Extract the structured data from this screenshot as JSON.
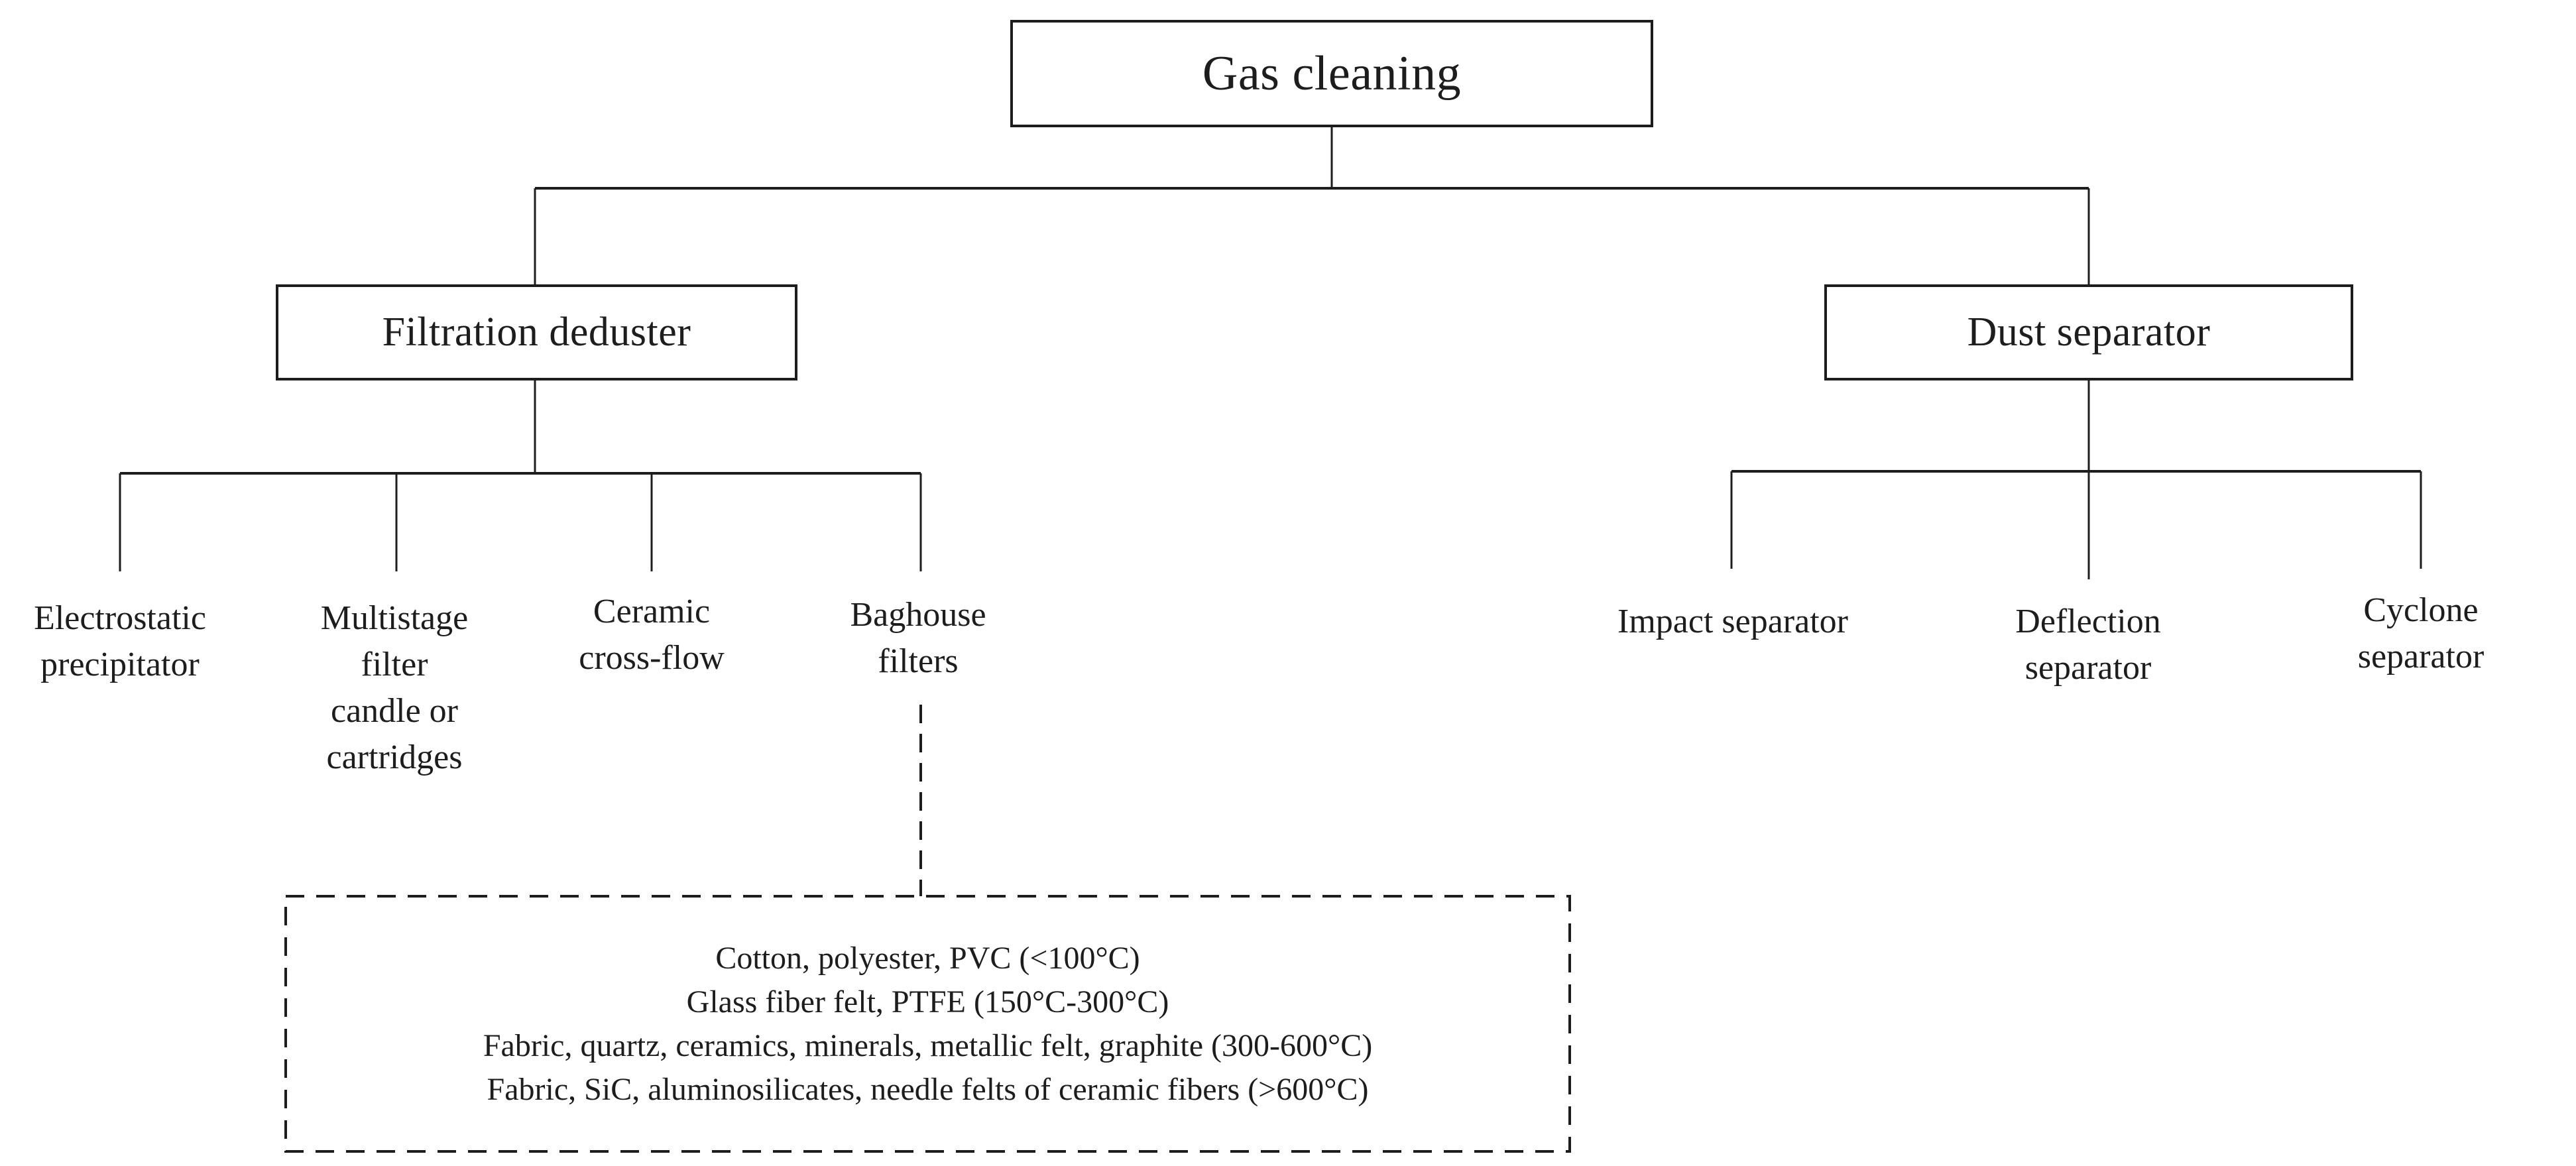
{
  "diagram": {
    "type": "tree",
    "root": "Gas cleaning",
    "branches": [
      {
        "label": "Filtration deduster",
        "children": [
          "Electrostatic\nprecipitator",
          "Multistage\nfilter\ncandle or\ncartridges",
          "Ceramic\ncross-flow",
          "Baghouse\nfilters"
        ]
      },
      {
        "label": "Dust separator",
        "children": [
          "Impact separator",
          "Deflection\nseparator",
          "Cyclone separator"
        ]
      }
    ],
    "baghouse_materials": [
      "Cotton, polyester, PVC (<100°C)",
      "Glass fiber felt, PTFE (150°C-300°C)",
      "Fabric, quartz, ceramics, minerals, metallic felt, graphite (300-600°C)",
      "Fabric, SiC, aluminosilicates, needle felts of ceramic fibers (>600°C)"
    ],
    "colors": {
      "ink": "#1d1d1d",
      "background": "#ffffff"
    }
  }
}
